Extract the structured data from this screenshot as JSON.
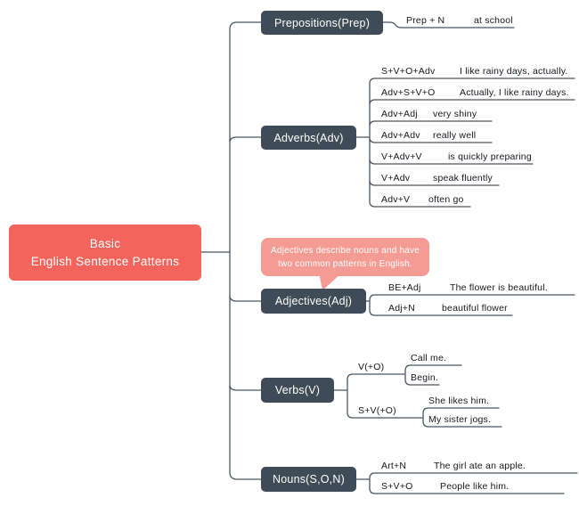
{
  "root": {
    "line1": "Basic",
    "line2": "English Sentence Patterns"
  },
  "callout": {
    "line1": "Adjectives describe nouns and have",
    "line2": "two common patterns in English."
  },
  "branches": [
    {
      "label": "Prepositions(Prep)",
      "leaves": [
        {
          "formula": "Prep + N",
          "example": "at school"
        }
      ]
    },
    {
      "label": "Adverbs(Adv)",
      "leaves": [
        {
          "formula": "S+V+O+Adv",
          "example": "I like rainy days, actually."
        },
        {
          "formula": "Adv+S+V+O",
          "example": "Actually, I like rainy days."
        },
        {
          "formula": "Adv+Adj",
          "example": "very shiny"
        },
        {
          "formula": "Adv+Adv",
          "example": "really well"
        },
        {
          "formula": "V+Adv+V",
          "example": "is quickly preparing"
        },
        {
          "formula": "V+Adv",
          "example": "speak fluently"
        },
        {
          "formula": "Adv+V",
          "example": "often go"
        }
      ]
    },
    {
      "label": "Adjectives(Adj)",
      "leaves": [
        {
          "formula": "BE+Adj",
          "example": "The flower is beautiful."
        },
        {
          "formula": "Adj+N",
          "example": "beautiful flower"
        }
      ]
    },
    {
      "label": "Verbs(V)",
      "groups": [
        {
          "formula": "V(+O)",
          "examples": [
            "Call me.",
            "Begin."
          ]
        },
        {
          "formula": "S+V(+O)",
          "examples": [
            "She likes him.",
            "My sister jogs."
          ]
        }
      ]
    },
    {
      "label": "Nouns(S,O,N)",
      "leaves": [
        {
          "formula": "Art+N",
          "example": "The girl ate an apple."
        },
        {
          "formula": "S+V+O",
          "example": "People like him."
        }
      ]
    }
  ],
  "colors": {
    "root_fill": "#F2645C",
    "topic_fill": "#3F4B57",
    "callout_fill": "#F49B93",
    "connector": "#4A5561",
    "leaf_text": "#15181c"
  }
}
